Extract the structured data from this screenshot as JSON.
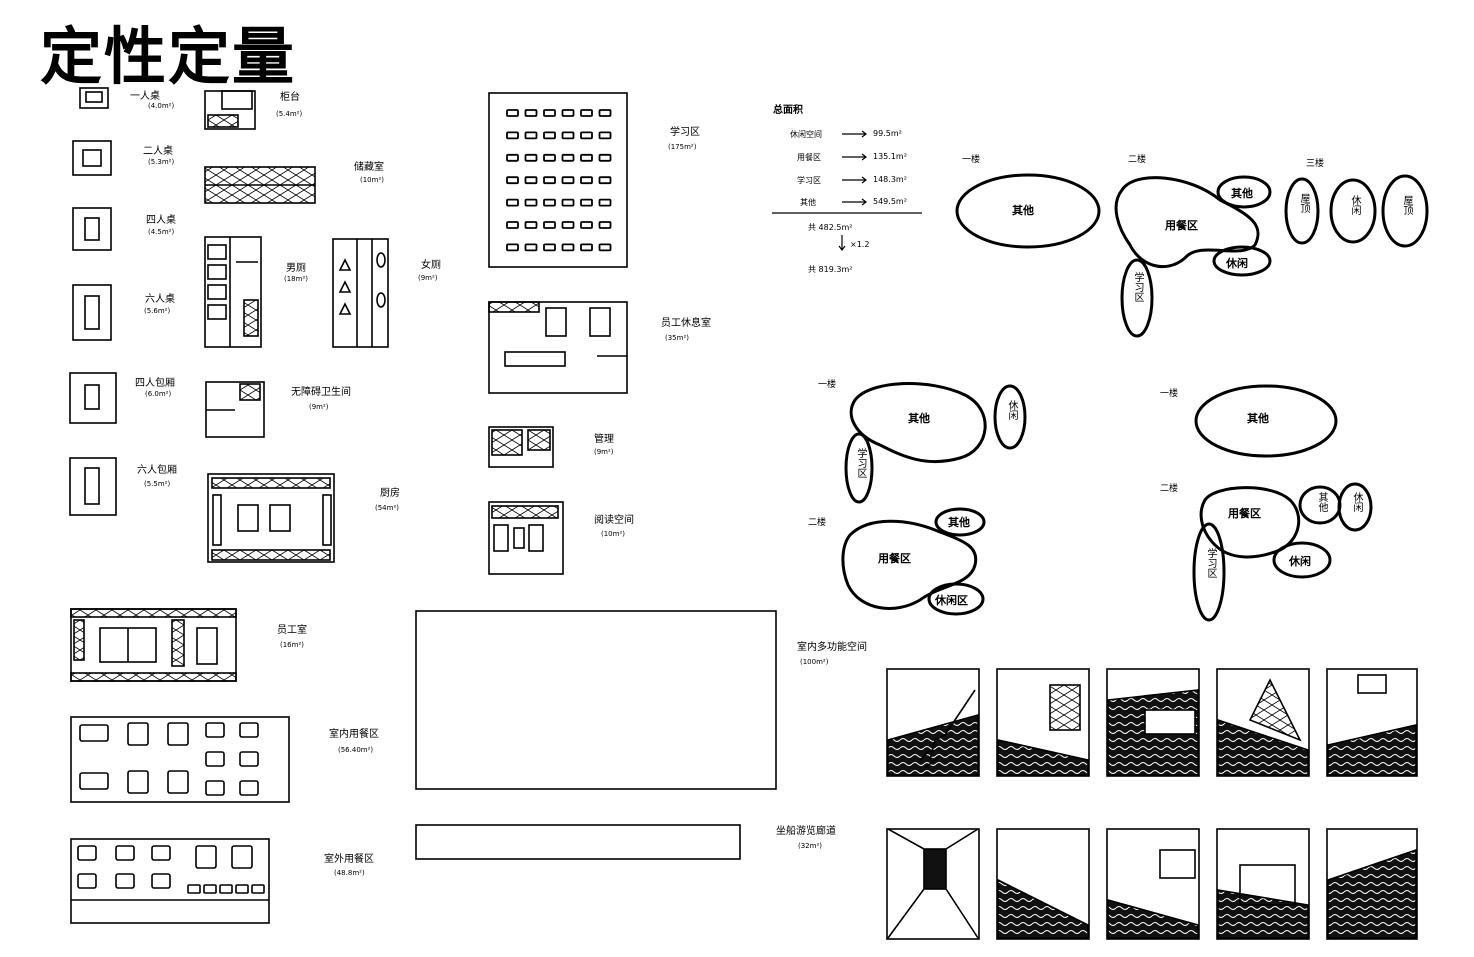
{
  "title": "定性定量",
  "rooms": {
    "single": {
      "name": "一人桌",
      "area": "(4.0m²)"
    },
    "double": {
      "name": "二人桌",
      "area": "(5.3m²)"
    },
    "four": {
      "name": "四人桌",
      "area": "(4.5m²)"
    },
    "six": {
      "name": "六人桌",
      "area": "(5.6m²)"
    },
    "booth4": {
      "name": "四人包厢",
      "area": "(6.0m²)"
    },
    "booth6": {
      "name": "六人包厢",
      "area": "(5.5m²)"
    },
    "counter": {
      "name": "柜台",
      "area": "(5.4m²)"
    },
    "storage": {
      "name": "储藏室",
      "area": "(10m²)"
    },
    "wc_m": {
      "name": "男厕",
      "area": "(18m²)"
    },
    "wc_f": {
      "name": "女厕",
      "area": "(9m²)"
    },
    "accessible": {
      "name": "无障碍卫生间",
      "area": "(9m²)"
    },
    "kitchen": {
      "name": "厨房",
      "area": "(54m²)"
    },
    "study": {
      "name": "学习区",
      "area": "(175m²)"
    },
    "lounge": {
      "name": "员工休息室",
      "area": "(35m²)"
    },
    "office": {
      "name": "管理",
      "area": "(9m²)"
    },
    "reading": {
      "name": "阅读空间",
      "area": "(10m²)"
    },
    "staff": {
      "name": "员工室",
      "area": "(16m²)"
    },
    "indoor_dining": {
      "name": "室内用餐区",
      "area": "(56.40m²)"
    },
    "outdoor_dining": {
      "name": "室外用餐区",
      "area": "(48.8m²)"
    },
    "multi": {
      "name": "室内多功能空间",
      "area": "(100m²)"
    },
    "corridor": {
      "name": "坐船游览廊道",
      "area": "(32m²)"
    }
  },
  "summary": {
    "heading": "总面积",
    "rows": [
      {
        "label": "休闲空间",
        "value": "99.5m²"
      },
      {
        "label": "用餐区",
        "value": "135.1m²"
      },
      {
        "label": "学习区",
        "value": "148.3m²"
      },
      {
        "label": "其他",
        "value": "549.5m²"
      }
    ],
    "total1": "共 482.5m²",
    "factor": "×1.2",
    "total2": "共 819.3m²"
  },
  "bubbles": {
    "layout1": {
      "floors": [
        "一楼",
        "二楼",
        "三楼"
      ],
      "other": "其他",
      "dining": "用餐区",
      "other2": "其他",
      "leisure": "休闲",
      "study": "学习区",
      "top1": "屋顶",
      "top2": "休闲",
      "top3": "屋顶"
    },
    "layout2": {
      "floors": [
        "一楼",
        "二楼"
      ],
      "other": "其他",
      "leisure": "休闲",
      "study": "学习区",
      "dining": "用餐区",
      "other2": "其他",
      "leisure2": "休闲区"
    },
    "layout3": {
      "floors": [
        "一楼",
        "二楼"
      ],
      "other": "其他",
      "dining": "用餐区",
      "other2": "其他",
      "leisure": "休闲",
      "study": "学习区",
      "leisure2": "休闲"
    }
  }
}
